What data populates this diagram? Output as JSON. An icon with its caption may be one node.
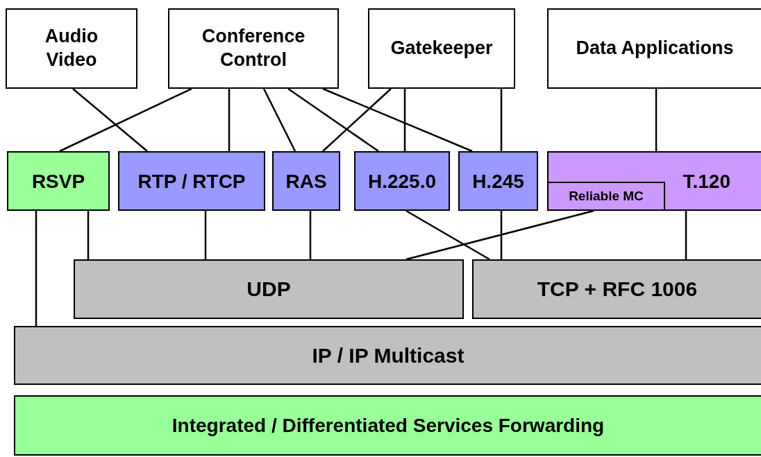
{
  "diagram": {
    "nodes": [
      {
        "text": [
          "Audio Video"
        ]
      },
      {
        "text": [
          "Conference Control"
        ]
      },
      {
        "text": [
          "Gatekeeper"
        ]
      },
      {
        "text": [
          "Data Applications"
        ]
      },
      {
        "text": [
          "RSVP"
        ]
      },
      {
        "text": [
          "RTP / RTCP"
        ]
      },
      {
        "text": [
          "RAS"
        ]
      },
      {
        "text": [
          "H.225.0"
        ]
      },
      {
        "text": [
          "H.245"
        ]
      },
      {
        "text": [
          "T.120"
        ]
      },
      {
        "text": [
          "Reliable MC"
        ],
        "in": 9
      },
      {
        "text": [
          "UDP"
        ]
      },
      {
        "text": [
          "TCP + RFC 1006"
        ]
      },
      {
        "text": [
          "IP / IP Multicast"
        ]
      },
      {
        "text": [
          "Integrated / Differentiated Services Forwarding"
        ]
      }
    ],
    "edges": [
      {
        "from": 0,
        "to": 5,
        "arrow": "none"
      },
      {
        "from": 1,
        "to": 4,
        "arrow": "none"
      },
      {
        "from": 1,
        "to": 5,
        "arrow": "none"
      },
      {
        "from": 1,
        "to": 6,
        "arrow": "none"
      },
      {
        "from": 1,
        "to": 7,
        "arrow": "none"
      },
      {
        "from": 1,
        "to": 8,
        "arrow": "none"
      },
      {
        "from": 2,
        "to": 6,
        "arrow": "none"
      },
      {
        "from": 2,
        "to": 7,
        "arrow": "none"
      },
      {
        "from": 2,
        "to": 8,
        "arrow": "none"
      },
      {
        "from": 3,
        "to": 9,
        "arrow": "none"
      },
      {
        "from": 4,
        "to": 13,
        "arrow": "none"
      },
      {
        "from": 4,
        "to": 11,
        "arrow": "none"
      },
      {
        "from": 5,
        "to": 11,
        "arrow": "none"
      },
      {
        "from": 6,
        "to": 11,
        "arrow": "none"
      },
      {
        "from": 7,
        "to": 12,
        "arrow": "none"
      },
      {
        "from": 8,
        "to": 12,
        "arrow": "none"
      },
      {
        "from": 10,
        "to": 11,
        "arrow": "none"
      },
      {
        "from": 9,
        "to": 12,
        "arrow": "none"
      }
    ]
  }
}
